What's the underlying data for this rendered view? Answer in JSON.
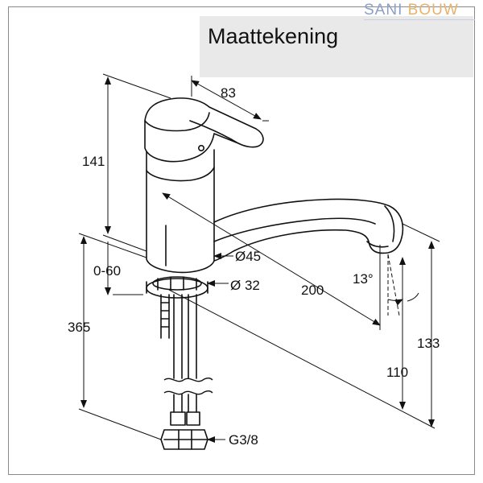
{
  "header": {
    "title": "Maattekening",
    "logo": {
      "part1": "SANI",
      "part2": "BOUW"
    }
  },
  "dimensions": {
    "width_lever": "83",
    "height_top": "141",
    "body_diameter": "Ø45",
    "hole_diameter": "Ø 32",
    "spout_reach": "200",
    "spout_angle": "13°",
    "range": "0-60",
    "max_depth": "365",
    "spout_height_low": "110",
    "spout_height_high": "133",
    "connection": "G3/8"
  },
  "colors": {
    "line": "#111111",
    "title_bg": "#e9e9e9",
    "logo_blue": "#8aa0c8",
    "logo_orange": "#e7b36c"
  }
}
